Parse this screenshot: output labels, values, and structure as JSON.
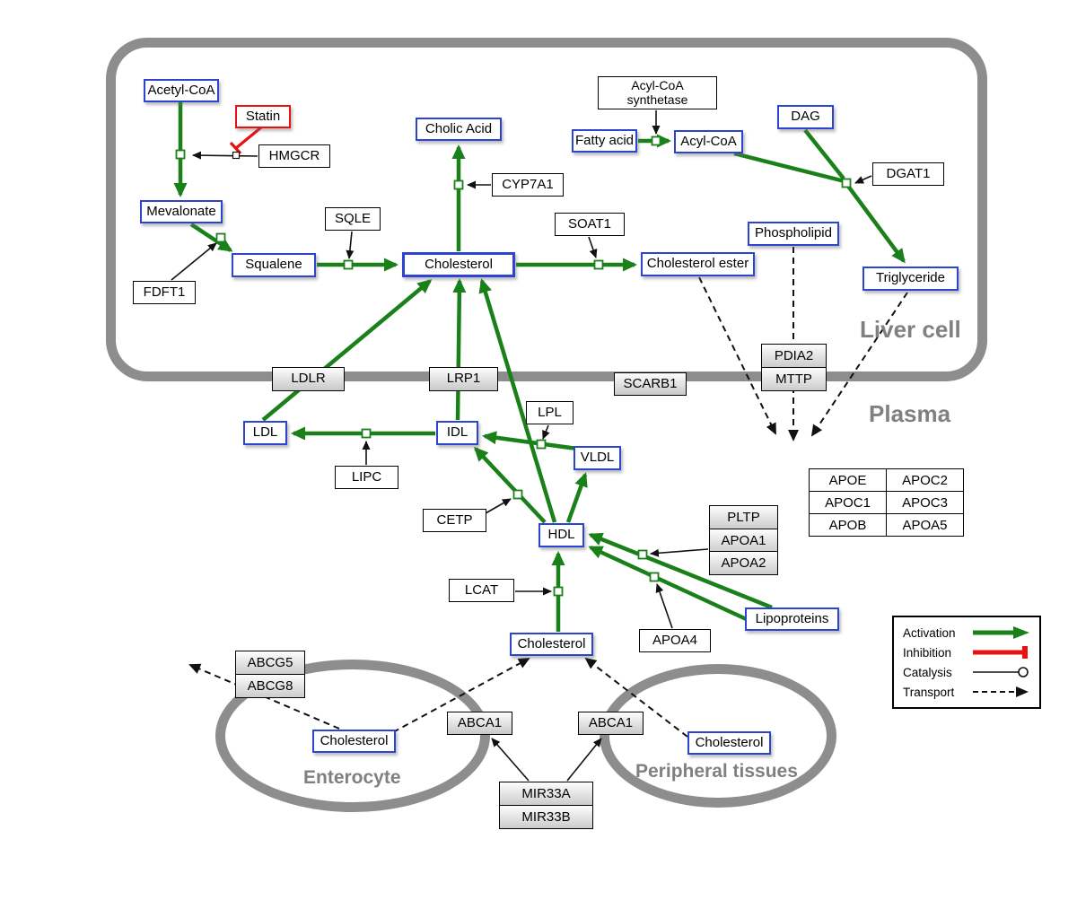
{
  "diagram": {
    "compartments": {
      "liver": "Liver cell",
      "plasma": "Plasma",
      "enterocyte": "Enterocyte",
      "peripheral": "Peripheral tissues"
    },
    "nodes": {
      "acetyl_coa": "Acetyl-CoA",
      "statin": "Statin",
      "hmgcr": "HMGCR",
      "mevalonate": "Mevalonate",
      "sqle": "SQLE",
      "cholic_acid": "Cholic Acid",
      "cyp7a1": "CYP7A1",
      "squalene": "Squalene",
      "fdft1": "FDFT1",
      "cholesterol_liver": "Cholesterol",
      "soat1": "SOAT1",
      "cholesterol_ester": "Cholesterol ester",
      "acyl_coa_synthetase": "Acyl-CoA synthetase",
      "fatty_acid": "Fatty acid",
      "acyl_coa2": "Acyl-CoA",
      "dag": "DAG",
      "dgat1": "DGAT1",
      "phospholipid": "Phospholipid",
      "triglyceride": "Triglyceride",
      "ldlr": "LDLR",
      "lrp1": "LRP1",
      "scarb1": "SCARB1",
      "pdia2": "PDIA2",
      "mttp": "MTTP",
      "ldl": "LDL",
      "idl": "IDL",
      "lipc": "LIPC",
      "lpl": "LPL",
      "vldl": "VLDL",
      "cetp": "CETP",
      "hdl": "HDL",
      "lcat": "LCAT",
      "pltp": "PLTP",
      "apoa1": "APOA1",
      "apoa2": "APOA2",
      "apoa4": "APOA4",
      "lipoproteins": "Lipoproteins",
      "cholesterol_plasma": "Cholesterol",
      "apoe": "APOE",
      "apoc2": "APOC2",
      "apoc1": "APOC1",
      "apoc3": "APOC3",
      "apob": "APOB",
      "apoa5": "APOA5",
      "abcg5": "ABCG5",
      "abcg8": "ABCG8",
      "cholesterol_enterocyte": "Cholesterol",
      "abca1_left": "ABCA1",
      "abca1_right": "ABCA1",
      "cholesterol_peripheral": "Cholesterol",
      "mir33a": "MIR33A",
      "mir33b": "MIR33B"
    },
    "legend": {
      "activation": "Activation",
      "inhibition": "Inhibition",
      "catalysis": "Catalysis",
      "transport": "Transport"
    },
    "colors": {
      "activation_green": "#1a801a",
      "inhibition_red": "#e81010",
      "metabolite_blue": "#2c44cf",
      "membrane_gray": "#8d8d8d"
    }
  }
}
